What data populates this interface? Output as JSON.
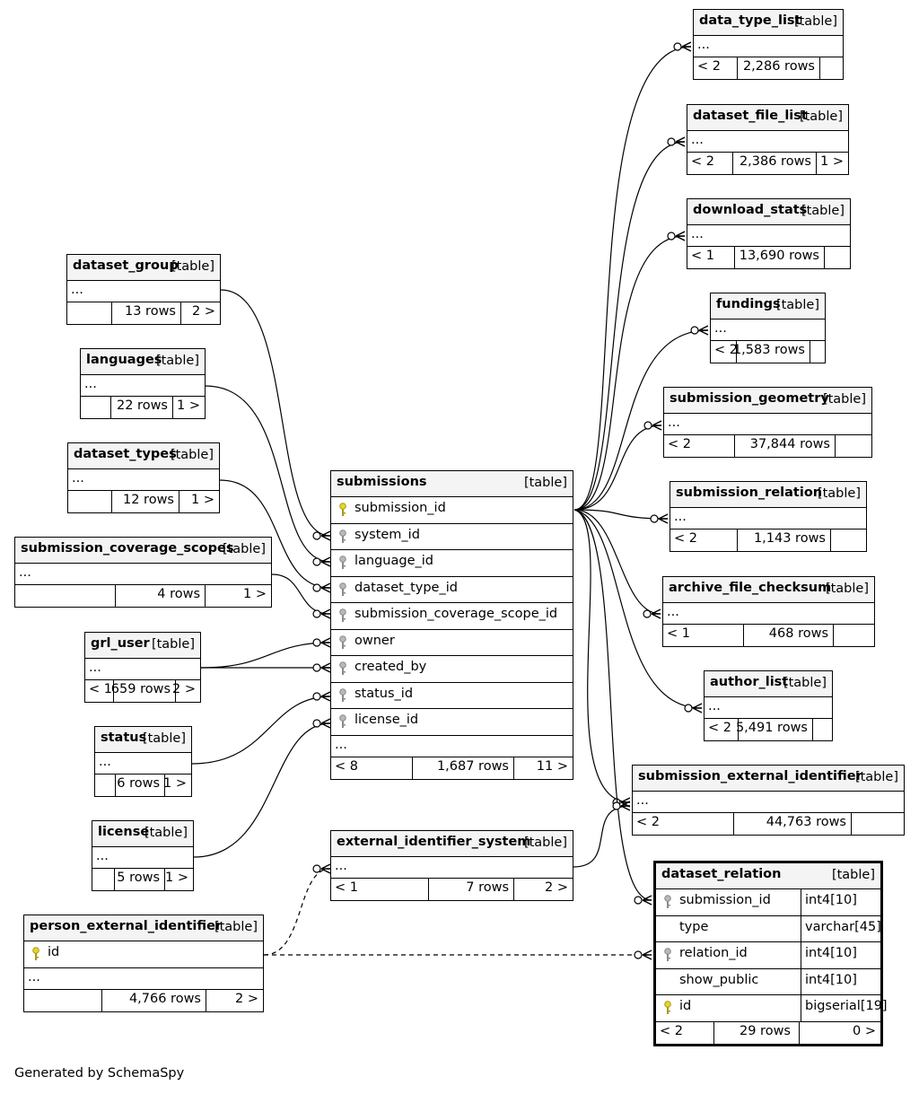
{
  "footer": "Generated by SchemaSpy",
  "type_label": "[table]",
  "ellipsis": "...",
  "tables": [
    {
      "id": "data_type_list",
      "name": "data_type_list",
      "footer": [
        "< 2",
        "2,286 rows",
        ""
      ]
    },
    {
      "id": "dataset_file_list",
      "name": "dataset_file_list",
      "footer": [
        "< 2",
        "2,386 rows",
        "1 >"
      ]
    },
    {
      "id": "download_stats",
      "name": "download_stats",
      "footer": [
        "< 1",
        "13,690 rows",
        ""
      ]
    },
    {
      "id": "fundings",
      "name": "fundings",
      "footer": [
        "< 2",
        "1,583 rows",
        ""
      ]
    },
    {
      "id": "submission_geometry",
      "name": "submission_geometry",
      "footer": [
        "< 2",
        "37,844 rows",
        ""
      ]
    },
    {
      "id": "submission_relation",
      "name": "submission_relation",
      "footer": [
        "< 2",
        "1,143 rows",
        ""
      ]
    },
    {
      "id": "archive_file_checksum",
      "name": "archive_file_checksum",
      "footer": [
        "< 1",
        "468 rows",
        ""
      ]
    },
    {
      "id": "author_list",
      "name": "author_list",
      "footer": [
        "< 2",
        "5,491 rows",
        ""
      ]
    },
    {
      "id": "submission_external_identifier",
      "name": "submission_external_identifier",
      "footer": [
        "< 2",
        "44,763 rows",
        ""
      ]
    },
    {
      "id": "dataset_group",
      "name": "dataset_group",
      "footer": [
        "",
        "13 rows",
        "2 >"
      ]
    },
    {
      "id": "languages",
      "name": "languages",
      "footer": [
        "",
        "22 rows",
        "1 >"
      ]
    },
    {
      "id": "dataset_types",
      "name": "dataset_types",
      "footer": [
        "",
        "12 rows",
        "1 >"
      ]
    },
    {
      "id": "submission_coverage_scopes",
      "name": "submission_coverage_scopes",
      "footer": [
        "",
        "4 rows",
        "1 >"
      ]
    },
    {
      "id": "grl_user",
      "name": "grl_user",
      "footer": [
        "< 1",
        "659 rows",
        "2 >"
      ]
    },
    {
      "id": "status",
      "name": "status",
      "footer": [
        "",
        "6 rows",
        "1 >"
      ]
    },
    {
      "id": "license",
      "name": "license",
      "footer": [
        "",
        "5 rows",
        "1 >"
      ]
    },
    {
      "id": "external_identifier_system",
      "name": "external_identifier_system",
      "footer": [
        "< 1",
        "7 rows",
        "2 >"
      ]
    },
    {
      "id": "person_external_identifier",
      "name": "person_external_identifier",
      "columns": [
        {
          "name": "id",
          "key": "primary"
        }
      ],
      "footer": [
        "",
        "4,766 rows",
        "2 >"
      ]
    },
    {
      "id": "submissions",
      "name": "submissions",
      "columns": [
        {
          "name": "submission_id",
          "key": "primary"
        },
        {
          "name": "system_id",
          "key": "foreign"
        },
        {
          "name": "language_id",
          "key": "foreign"
        },
        {
          "name": "dataset_type_id",
          "key": "foreign"
        },
        {
          "name": "submission_coverage_scope_id",
          "key": "foreign"
        },
        {
          "name": "owner",
          "key": "foreign"
        },
        {
          "name": "created_by",
          "key": "foreign"
        },
        {
          "name": "status_id",
          "key": "foreign"
        },
        {
          "name": "license_id",
          "key": "foreign"
        }
      ],
      "footer": [
        "< 8",
        "1,687 rows",
        "11 >"
      ]
    },
    {
      "id": "dataset_relation",
      "name": "dataset_relation",
      "focus": true,
      "columns": [
        {
          "name": "submission_id",
          "key": "foreign",
          "type": "int4[10]"
        },
        {
          "name": "type",
          "key": "",
          "type": "varchar[45]"
        },
        {
          "name": "relation_id",
          "key": "foreign",
          "type": "int4[10]"
        },
        {
          "name": "show_public",
          "key": "",
          "type": "int4[10]"
        },
        {
          "name": "id",
          "key": "primary",
          "type": "bigserial[19]"
        }
      ],
      "footer": [
        "< 2",
        "29 rows",
        "0 >"
      ]
    }
  ],
  "relationships": [
    {
      "from": "submissions.submission_id",
      "to": "data_type_list",
      "style": "solid"
    },
    {
      "from": "submissions.submission_id",
      "to": "dataset_file_list",
      "style": "solid"
    },
    {
      "from": "submissions.submission_id",
      "to": "download_stats",
      "style": "solid"
    },
    {
      "from": "submissions.submission_id",
      "to": "fundings",
      "style": "solid"
    },
    {
      "from": "submissions.submission_id",
      "to": "submission_geometry",
      "style": "solid"
    },
    {
      "from": "submissions.submission_id",
      "to": "submission_relation",
      "style": "solid"
    },
    {
      "from": "submissions.submission_id",
      "to": "archive_file_checksum",
      "style": "solid"
    },
    {
      "from": "submissions.submission_id",
      "to": "author_list",
      "style": "solid"
    },
    {
      "from": "submissions.submission_id",
      "to": "submission_external_identifier",
      "style": "solid"
    },
    {
      "from": "submissions.submission_id",
      "to": "dataset_relation.submission_id",
      "style": "solid"
    },
    {
      "from": "dataset_group",
      "to": "submissions.system_id",
      "style": "solid"
    },
    {
      "from": "languages",
      "to": "submissions.language_id",
      "style": "solid"
    },
    {
      "from": "dataset_types",
      "to": "submissions.dataset_type_id",
      "style": "solid"
    },
    {
      "from": "submission_coverage_scopes",
      "to": "submissions.submission_coverage_scope_id",
      "style": "solid"
    },
    {
      "from": "grl_user",
      "to": "submissions.owner",
      "style": "solid"
    },
    {
      "from": "grl_user",
      "to": "submissions.created_by",
      "style": "solid"
    },
    {
      "from": "status",
      "to": "submissions.status_id",
      "style": "solid"
    },
    {
      "from": "license",
      "to": "submissions.license_id",
      "style": "solid"
    },
    {
      "from": "external_identifier_system",
      "to": "submission_external_identifier",
      "style": "solid"
    },
    {
      "from": "person_external_identifier.id",
      "to": "external_identifier_system",
      "style": "dashed"
    },
    {
      "from": "person_external_identifier.id",
      "to": "dataset_relation.relation_id",
      "style": "dashed"
    }
  ]
}
